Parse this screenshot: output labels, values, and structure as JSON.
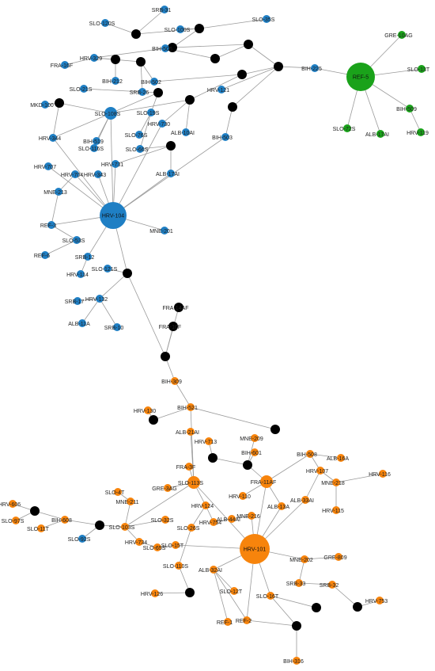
{
  "colors": {
    "blue": "#1f7fc4",
    "green": "#1aa21a",
    "orange": "#f7840c",
    "black": "#000000",
    "edge": "#9a9a9a"
  },
  "nodes": [
    {
      "id": "b_top1",
      "label": "",
      "group": "black",
      "size": 6
    },
    {
      "id": "b_top2",
      "label": "",
      "group": "black",
      "size": 6
    },
    {
      "id": "b_top3",
      "label": "",
      "group": "black",
      "size": 6
    },
    {
      "id": "b_top4",
      "label": "",
      "group": "black",
      "size": 6
    },
    {
      "id": "b_top5",
      "label": "",
      "group": "black",
      "size": 6
    },
    {
      "id": "b_top6",
      "label": "",
      "group": "black",
      "size": 6
    },
    {
      "id": "b_top7",
      "label": "",
      "group": "black",
      "size": 6
    },
    {
      "id": "b_top8",
      "label": "",
      "group": "black",
      "size": 6
    },
    {
      "id": "b_top9",
      "label": "",
      "group": "black",
      "size": 6
    },
    {
      "id": "b_top10",
      "label": "",
      "group": "black",
      "size": 6
    },
    {
      "id": "b_top11",
      "label": "",
      "group": "black",
      "size": 6
    },
    {
      "id": "b_top12",
      "label": "",
      "group": "black",
      "size": 6
    },
    {
      "id": "b_top13",
      "label": "",
      "group": "black",
      "size": 6
    },
    {
      "id": "b_left1",
      "label": "",
      "group": "black",
      "size": 6
    },
    {
      "id": "b_mid1",
      "label": "",
      "group": "black",
      "size": 6
    },
    {
      "id": "b_mid2",
      "label": "",
      "group": "black",
      "size": 6
    },
    {
      "id": "b_mid3",
      "label": "",
      "group": "black",
      "size": 6
    },
    {
      "id": "b_mid4",
      "label": "",
      "group": "black",
      "size": 6
    },
    {
      "id": "SRB-31",
      "label": "SRB-31",
      "group": "blue",
      "size": 5
    },
    {
      "id": "SLO-120S",
      "label": "SLO-120S",
      "group": "blue",
      "size": 5
    },
    {
      "id": "SLO-100S",
      "label": "SLO-100S",
      "group": "blue",
      "size": 5
    },
    {
      "id": "SLO-35S",
      "label": "SLO-35S",
      "group": "blue",
      "size": 5
    },
    {
      "id": "FRA-16F",
      "label": "FRA-16F",
      "group": "blue",
      "size": 5
    },
    {
      "id": "HRV-329",
      "label": "HRV-329",
      "group": "blue",
      "size": 5
    },
    {
      "id": "BIH-506",
      "label": "BIH-506",
      "group": "blue",
      "size": 5
    },
    {
      "id": "BIH-212",
      "label": "BIH-212",
      "group": "blue",
      "size": 5
    },
    {
      "id": "SLO-21S",
      "label": "SLO-21S",
      "group": "blue",
      "size": 5
    },
    {
      "id": "SRB-26",
      "label": "SRB-26",
      "group": "blue",
      "size": 5
    },
    {
      "id": "BIH-502",
      "label": "BIH-502",
      "group": "blue",
      "size": 5
    },
    {
      "id": "HRV-121",
      "label": "HRV-121",
      "group": "blue",
      "size": 5
    },
    {
      "id": "BIH-225",
      "label": "BIH-225",
      "group": "blue",
      "size": 5
    },
    {
      "id": "MKD-100",
      "label": "MKD-100",
      "group": "blue",
      "size": 5
    },
    {
      "id": "SLO-108S",
      "label": "SLO-108S",
      "group": "blue",
      "size": 8
    },
    {
      "id": "SLO-19S",
      "label": "SLO-19S",
      "group": "blue",
      "size": 5
    },
    {
      "id": "HRV-730",
      "label": "HRV-730",
      "group": "blue",
      "size": 5
    },
    {
      "id": "ALB-10AI",
      "label": "ALB-10AI",
      "group": "blue",
      "size": 5
    },
    {
      "id": "HRV-344",
      "label": "HRV-344",
      "group": "blue",
      "size": 5
    },
    {
      "id": "BIH-519",
      "label": "BIH-519",
      "group": "blue",
      "size": 5
    },
    {
      "id": "SLO-116S",
      "label": "SLO-116S",
      "group": "blue",
      "size": 5
    },
    {
      "id": "SLO-76S",
      "label": "SLO-76S",
      "group": "blue",
      "size": 5
    },
    {
      "id": "BIH-503",
      "label": "BIH-503",
      "group": "blue",
      "size": 5
    },
    {
      "id": "SLO-66S",
      "label": "SLO-66S",
      "group": "blue",
      "size": 5
    },
    {
      "id": "HRV-707",
      "label": "HRV-707",
      "group": "blue",
      "size": 5
    },
    {
      "id": "HRV-731",
      "label": "HRV-731",
      "group": "blue",
      "size": 5
    },
    {
      "id": "ALB-17AI",
      "label": "ALB-17AI",
      "group": "blue",
      "size": 5
    },
    {
      "id": "HRV-704",
      "label": "HRV-704",
      "group": "blue",
      "size": 5
    },
    {
      "id": "HRV-343",
      "label": "HRV-343",
      "group": "blue",
      "size": 5
    },
    {
      "id": "MNE-213",
      "label": "MNE-213",
      "group": "blue",
      "size": 5
    },
    {
      "id": "HRV-104",
      "label": "HRV-104",
      "group": "blue",
      "size": 17
    },
    {
      "id": "MNE-201",
      "label": "MNE-201",
      "group": "blue",
      "size": 5
    },
    {
      "id": "REF-3",
      "label": "REF-3",
      "group": "blue",
      "size": 5
    },
    {
      "id": "SLO-53S",
      "label": "SLO-53S",
      "group": "blue",
      "size": 5
    },
    {
      "id": "REF-6",
      "label": "REF-6",
      "group": "blue",
      "size": 5
    },
    {
      "id": "SRB-12",
      "label": "SRB-12",
      "group": "blue",
      "size": 5
    },
    {
      "id": "HRV-114",
      "label": "HRV-114",
      "group": "blue",
      "size": 5
    },
    {
      "id": "SLO-121S",
      "label": "SLO-121S",
      "group": "blue",
      "size": 5
    },
    {
      "id": "SRB-17",
      "label": "SRB-17",
      "group": "blue",
      "size": 5
    },
    {
      "id": "HRV-132",
      "label": "HRV-132",
      "group": "blue",
      "size": 5
    },
    {
      "id": "ALB-11A",
      "label": "ALB-11A",
      "group": "blue",
      "size": 5
    },
    {
      "id": "SRB-10",
      "label": "SRB-10",
      "group": "blue",
      "size": 5
    },
    {
      "id": "SLO-92S",
      "label": "SLO-92S",
      "group": "blue",
      "size": 5
    },
    {
      "id": "REF-5",
      "label": "REF-5",
      "group": "green",
      "size": 18
    },
    {
      "id": "GRE-10AG",
      "label": "GRE-10AG",
      "group": "green",
      "size": 5
    },
    {
      "id": "SLO-13T",
      "label": "SLO-13T",
      "group": "green",
      "size": 5
    },
    {
      "id": "BIH-509",
      "label": "BIH-509",
      "group": "green",
      "size": 5
    },
    {
      "id": "HRV-119",
      "label": "HRV-119",
      "group": "green",
      "size": 5
    },
    {
      "id": "SLO-72S",
      "label": "SLO-72S",
      "group": "green",
      "size": 5
    },
    {
      "id": "ALB-17AI_g",
      "label": "ALB-17AI",
      "group": "green",
      "size": 5
    },
    {
      "id": "FRA-14AF",
      "label": "FRA-14AF",
      "group": "black",
      "size": 6
    },
    {
      "id": "FRA-10F",
      "label": "FRA-10F",
      "group": "black",
      "size": 6
    },
    {
      "id": "BIH-309",
      "label": "BIH-309",
      "group": "orange",
      "size": 5
    },
    {
      "id": "HRV-130",
      "label": "HRV-130",
      "group": "orange",
      "size": 5
    },
    {
      "id": "BIH-521",
      "label": "BIH-521",
      "group": "orange",
      "size": 5
    },
    {
      "id": "ALB-21AI",
      "label": "ALB-21AI",
      "group": "orange",
      "size": 5
    },
    {
      "id": "HRV-713",
      "label": "HRV-713",
      "group": "orange",
      "size": 5
    },
    {
      "id": "MNE-209",
      "label": "MNE-209",
      "group": "orange",
      "size": 5
    },
    {
      "id": "BIH-601",
      "label": "BIH-601",
      "group": "orange",
      "size": 5
    },
    {
      "id": "FRA-3F",
      "label": "FRA-3F",
      "group": "orange",
      "size": 5
    },
    {
      "id": "BIH-508",
      "label": "BIH-508",
      "group": "orange",
      "size": 5
    },
    {
      "id": "ALB-16A",
      "label": "ALB-16A",
      "group": "orange",
      "size": 5
    },
    {
      "id": "HRV-116",
      "label": "HRV-116",
      "group": "orange",
      "size": 5
    },
    {
      "id": "GRE-3AG",
      "label": "GRE-3AG",
      "group": "orange",
      "size": 5
    },
    {
      "id": "SLO-113S",
      "label": "SLO-113S",
      "group": "orange",
      "size": 8
    },
    {
      "id": "FRA-11AF",
      "label": "FRA-11AF",
      "group": "orange",
      "size": 8
    },
    {
      "id": "HRV-107",
      "label": "HRV-107",
      "group": "orange",
      "size": 5
    },
    {
      "id": "MNE-218",
      "label": "MNE-218",
      "group": "orange",
      "size": 5
    },
    {
      "id": "SLO-4T",
      "label": "SLO-4T",
      "group": "orange",
      "size": 5
    },
    {
      "id": "HRV-110",
      "label": "HRV-110",
      "group": "orange",
      "size": 5
    },
    {
      "id": "ALB-33AI",
      "label": "ALB-33AI",
      "group": "orange",
      "size": 5
    },
    {
      "id": "ALB-13A",
      "label": "ALB-13A",
      "group": "orange",
      "size": 5
    },
    {
      "id": "HRV-115",
      "label": "HRV-115",
      "group": "orange",
      "size": 5
    },
    {
      "id": "MNE-211",
      "label": "MNE-211",
      "group": "orange",
      "size": 5
    },
    {
      "id": "HRV-124",
      "label": "HRV-124",
      "group": "orange",
      "size": 5
    },
    {
      "id": "HRV-606",
      "label": "HRV-606",
      "group": "orange",
      "size": 5
    },
    {
      "id": "SLO-97S",
      "label": "SLO-97S",
      "group": "orange",
      "size": 5
    },
    {
      "id": "SLO-11T",
      "label": "SLO-11T",
      "group": "orange",
      "size": 5
    },
    {
      "id": "BIH-608",
      "label": "BIH-608",
      "group": "orange",
      "size": 5
    },
    {
      "id": "SLO-103S",
      "label": "SLO-103S",
      "group": "orange",
      "size": 5
    },
    {
      "id": "SLO-32S",
      "label": "SLO-32S",
      "group": "orange",
      "size": 5
    },
    {
      "id": "SLO-26S",
      "label": "SLO-26S",
      "group": "orange",
      "size": 5
    },
    {
      "id": "HRV-754",
      "label": "HRV-754",
      "group": "orange",
      "size": 5
    },
    {
      "id": "ALB-44AI",
      "label": "ALB-44AI",
      "group": "orange",
      "size": 5
    },
    {
      "id": "MNE-216",
      "label": "MNE-216",
      "group": "orange",
      "size": 5
    },
    {
      "id": "HRV-734",
      "label": "HRV-734",
      "group": "orange",
      "size": 5
    },
    {
      "id": "SLO-15T",
      "label": "SLO-15T",
      "group": "orange",
      "size": 5
    },
    {
      "id": "SLO-65S",
      "label": "SLO-65S",
      "group": "orange",
      "size": 5
    },
    {
      "id": "HRV-101",
      "label": "HRV-101",
      "group": "orange",
      "size": 19
    },
    {
      "id": "MNE-202",
      "label": "MNE-202",
      "group": "orange",
      "size": 5
    },
    {
      "id": "GRE-809",
      "label": "GRE-809",
      "group": "orange",
      "size": 5
    },
    {
      "id": "SLO-110S",
      "label": "SLO-110S",
      "group": "orange",
      "size": 5
    },
    {
      "id": "ALB-32AI",
      "label": "ALB-32AI",
      "group": "orange",
      "size": 5
    },
    {
      "id": "SRB-33",
      "label": "SRB-33",
      "group": "orange",
      "size": 5
    },
    {
      "id": "SRB-32",
      "label": "SRB-32",
      "group": "orange",
      "size": 5
    },
    {
      "id": "HRV-126",
      "label": "HRV-126",
      "group": "orange",
      "size": 5
    },
    {
      "id": "SLO-12T",
      "label": "SLO-12T",
      "group": "orange",
      "size": 5
    },
    {
      "id": "SLO-16T",
      "label": "SLO-16T",
      "group": "orange",
      "size": 5
    },
    {
      "id": "HRV-753",
      "label": "HRV-753",
      "group": "orange",
      "size": 5
    },
    {
      "id": "REF-1",
      "label": "REF-1",
      "group": "orange",
      "size": 5
    },
    {
      "id": "REF-2",
      "label": "REF-2",
      "group": "orange",
      "size": 5
    },
    {
      "id": "BIH-316",
      "label": "BIH-316",
      "group": "orange",
      "size": 5
    },
    {
      "id": "b_o1",
      "label": "",
      "group": "black",
      "size": 6
    },
    {
      "id": "b_o2",
      "label": "",
      "group": "black",
      "size": 6
    },
    {
      "id": "b_o3",
      "label": "",
      "group": "black",
      "size": 6
    },
    {
      "id": "b_o4",
      "label": "",
      "group": "black",
      "size": 6
    },
    {
      "id": "b_o5",
      "label": "",
      "group": "black",
      "size": 6
    },
    {
      "id": "b_o6",
      "label": "",
      "group": "black",
      "size": 6
    },
    {
      "id": "b_o7",
      "label": "",
      "group": "black",
      "size": 6
    },
    {
      "id": "b_o8",
      "label": "",
      "group": "black",
      "size": 6
    },
    {
      "id": "b_o9",
      "label": "",
      "group": "black",
      "size": 6
    },
    {
      "id": "b_o10",
      "label": "",
      "group": "black",
      "size": 6
    }
  ],
  "edges": [
    [
      "SRB-31",
      "b_top1"
    ],
    [
      "SLO-120S",
      "b_top1"
    ],
    [
      "SLO-100S",
      "b_top2"
    ],
    [
      "b_top1",
      "b_top2"
    ],
    [
      "b_top2",
      "SLO-35S"
    ],
    [
      "b_top2",
      "b_top3"
    ],
    [
      "b_top3",
      "b_top7"
    ],
    [
      "b_top3",
      "BIH-506"
    ],
    [
      "HRV-329",
      "b_top4"
    ],
    [
      "HRV-329",
      "FRA-16F"
    ],
    [
      "HRV-329",
      "b_top5"
    ],
    [
      "HRV-329",
      "BIH-506"
    ],
    [
      "b_top4",
      "BIH-212"
    ],
    [
      "b_top5",
      "SRB-26"
    ],
    [
      "b_top5",
      "BIH-502"
    ],
    [
      "BIH-506",
      "b_top6"
    ],
    [
      "b_top6",
      "b_top7"
    ],
    [
      "b_top7",
      "b_top8"
    ],
    [
      "b_top8",
      "BIH-225"
    ],
    [
      "BIH-225",
      "REF-5"
    ],
    [
      "b_top8",
      "HRV-121"
    ],
    [
      "b_top8",
      "b_top9"
    ],
    [
      "b_top9",
      "BIH-502"
    ],
    [
      "b_top8",
      "b_top10"
    ],
    [
      "b_top10",
      "BIH-503"
    ],
    [
      "b_top9",
      "b_top11"
    ],
    [
      "b_top11",
      "SLO-108S"
    ],
    [
      "b_top11",
      "HRV-730"
    ],
    [
      "b_top11",
      "ALB-10AI"
    ],
    [
      "b_top12",
      "SLO-19S"
    ],
    [
      "b_top12",
      "SLO-21S"
    ],
    [
      "b_top12",
      "SLO-108S"
    ],
    [
      "b_left1",
      "MKD-100"
    ],
    [
      "b_left1",
      "HRV-344"
    ],
    [
      "b_left1",
      "SLO-108S"
    ],
    [
      "SLO-108S",
      "HRV-344"
    ],
    [
      "SLO-108S",
      "BIH-519"
    ],
    [
      "SLO-108S",
      "SLO-116S"
    ],
    [
      "SLO-108S",
      "HRV-104"
    ],
    [
      "HRV-344",
      "HRV-104"
    ],
    [
      "SLO-19S",
      "SLO-76S"
    ],
    [
      "SLO-19S",
      "SLO-66S"
    ],
    [
      "b_top13",
      "SLO-66S"
    ],
    [
      "b_top13",
      "ALB-17AI"
    ],
    [
      "b_top13",
      "HRV-731"
    ],
    [
      "HRV-731",
      "HRV-104"
    ],
    [
      "HRV-730",
      "HRV-104"
    ],
    [
      "ALB-17AI",
      "HRV-104"
    ],
    [
      "BIH-503",
      "HRV-104"
    ],
    [
      "HRV-707",
      "HRV-104"
    ],
    [
      "HRV-704",
      "HRV-104"
    ],
    [
      "HRV-343",
      "HRV-104"
    ],
    [
      "MNE-213",
      "HRV-704"
    ],
    [
      "MNE-213",
      "REF-3"
    ],
    [
      "REF-3",
      "HRV-104"
    ],
    [
      "HRV-104",
      "MNE-201"
    ],
    [
      "REF-3",
      "SLO-53S"
    ],
    [
      "SLO-53S",
      "REF-6"
    ],
    [
      "HRV-104",
      "SRB-12"
    ],
    [
      "SRB-12",
      "HRV-114"
    ],
    [
      "HRV-104",
      "b_mid1"
    ],
    [
      "SLO-121S",
      "b_mid1"
    ],
    [
      "b_mid1",
      "HRV-132"
    ],
    [
      "HRV-132",
      "SRB-17"
    ],
    [
      "HRV-132",
      "ALB-11A"
    ],
    [
      "HRV-132",
      "SRB-10"
    ],
    [
      "b_mid1",
      "b_mid2"
    ],
    [
      "b_mid2",
      "FRA-14AF"
    ],
    [
      "b_mid2",
      "FRA-10F"
    ],
    [
      "b_mid2",
      "BIH-309"
    ],
    [
      "BIH-309",
      "BIH-521"
    ],
    [
      "REF-5",
      "GRE-10AG"
    ],
    [
      "REF-5",
      "SLO-13T"
    ],
    [
      "REF-5",
      "BIH-509"
    ],
    [
      "BIH-509",
      "HRV-119"
    ],
    [
      "REF-5",
      "SLO-72S"
    ],
    [
      "REF-5",
      "ALB-17AI_g"
    ],
    [
      "HRV-130",
      "b_o1"
    ],
    [
      "b_o1",
      "BIH-521"
    ],
    [
      "BIH-521",
      "b_o2"
    ],
    [
      "BIH-521",
      "SLO-113S"
    ],
    [
      "ALB-21AI",
      "SLO-113S"
    ],
    [
      "HRV-713",
      "b_o3"
    ],
    [
      "b_o3",
      "b_o4"
    ],
    [
      "MNE-209",
      "b_o4"
    ],
    [
      "b_o4",
      "BIH-601"
    ],
    [
      "b_o4",
      "FRA-11AF"
    ],
    [
      "FRA-3F",
      "SLO-113S"
    ],
    [
      "GRE-3AG",
      "SLO-113S"
    ],
    [
      "SLO-113S",
      "HRV-124"
    ],
    [
      "SLO-113S",
      "SLO-103S"
    ],
    [
      "SLO-113S",
      "HRV-101"
    ],
    [
      "FRA-11AF",
      "HRV-110"
    ],
    [
      "FRA-11AF",
      "BIH-508"
    ],
    [
      "FRA-11AF",
      "HRV-101"
    ],
    [
      "FRA-11AF",
      "ALB-13A"
    ],
    [
      "BIH-508",
      "ALB-16A"
    ],
    [
      "BIH-508",
      "HRV-107"
    ],
    [
      "HRV-107",
      "MNE-218"
    ],
    [
      "MNE-218",
      "HRV-116"
    ],
    [
      "MNE-218",
      "HRV-115"
    ],
    [
      "HRV-107",
      "ALB-33AI"
    ],
    [
      "ALB-33AI",
      "HRV-101"
    ],
    [
      "ALB-13A",
      "HRV-101"
    ],
    [
      "SLO-4T",
      "MNE-211"
    ],
    [
      "MNE-211",
      "SLO-103S"
    ],
    [
      "HRV-606",
      "b_o5"
    ],
    [
      "SLO-97S",
      "b_o5"
    ],
    [
      "b_o5",
      "BIH-608"
    ],
    [
      "BIH-608",
      "SLO-11T"
    ],
    [
      "BIH-608",
      "b_o6"
    ],
    [
      "b_o6",
      "SLO-92S"
    ],
    [
      "b_o6",
      "SLO-103S"
    ],
    [
      "SLO-103S",
      "HRV-734"
    ],
    [
      "SLO-103S",
      "SLO-32S"
    ],
    [
      "HRV-124",
      "SLO-26S"
    ],
    [
      "HRV-124",
      "HRV-754"
    ],
    [
      "HRV-754",
      "ALB-44AI"
    ],
    [
      "ALB-44AI",
      "MNE-216"
    ],
    [
      "MNE-216",
      "HRV-101"
    ],
    [
      "HRV-734",
      "SLO-65S"
    ],
    [
      "SLO-65S",
      "SLO-15T"
    ],
    [
      "SLO-15T",
      "HRV-101"
    ],
    [
      "SLO-26S",
      "SLO-110S"
    ],
    [
      "SLO-110S",
      "b_o7"
    ],
    [
      "HRV-126",
      "b_o7"
    ],
    [
      "HRV-101",
      "ALB-32AI"
    ],
    [
      "ALB-32AI",
      "SLO-12T"
    ],
    [
      "HRV-101",
      "MNE-202"
    ],
    [
      "MNE-202",
      "GRE-809"
    ],
    [
      "MNE-202",
      "SRB-33"
    ],
    [
      "SRB-33",
      "SRB-32"
    ],
    [
      "SRB-32",
      "b_o8"
    ],
    [
      "b_o8",
      "HRV-753"
    ],
    [
      "HRV-101",
      "SLO-16T"
    ],
    [
      "SLO-16T",
      "b_o9"
    ],
    [
      "SLO-16T",
      "b_o10"
    ],
    [
      "b_o10",
      "BIH-316"
    ],
    [
      "ALB-32AI",
      "REF-1"
    ],
    [
      "ALB-32AI",
      "REF-2"
    ],
    [
      "REF-2",
      "b_o10"
    ],
    [
      "HRV-101",
      "REF-2"
    ]
  ]
}
